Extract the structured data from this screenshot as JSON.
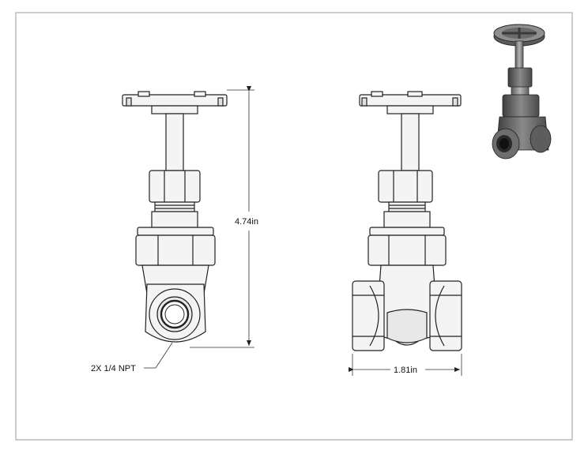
{
  "dimensions": {
    "height_label": "4.74in",
    "width_label": "1.81in"
  },
  "callouts": {
    "port_label": "2X 1/4 NPT"
  },
  "colors": {
    "line": "#222222",
    "fill_light": "#f4f4f4",
    "fill_mid": "#e2e2e2",
    "iso_dark": "#4a4a4a",
    "iso_mid": "#7a7a7a",
    "iso_light": "#a8a8a8"
  }
}
